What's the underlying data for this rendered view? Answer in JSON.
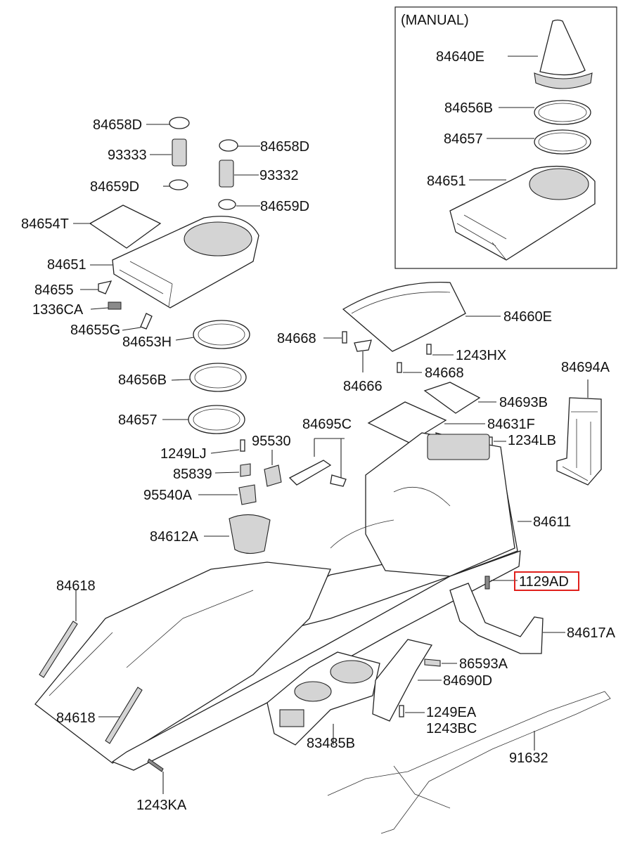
{
  "inset": {
    "title": "(MANUAL)"
  },
  "labels": {
    "p84640E": "84640E",
    "p84656B_inset": "84656B",
    "p84657_inset": "84657",
    "p84651_inset": "84651",
    "p84658D_a": "84658D",
    "p93333": "93333",
    "p84659D_a": "84659D",
    "p84658D_b": "84658D",
    "p93332": "93332",
    "p84659D_b": "84659D",
    "p84654T": "84654T",
    "p84651": "84651",
    "p84655": "84655",
    "p1336CA": "1336CA",
    "p84655G": "84655G",
    "p84653H": "84653H",
    "p84656B": "84656B",
    "p84657": "84657",
    "p84660E": "84660E",
    "p84668_a": "84668",
    "p1243HX": "1243HX",
    "p84668_b": "84668",
    "p84666": "84666",
    "p84694A": "84694A",
    "p84693B": "84693B",
    "p84631F": "84631F",
    "p1234LB": "1234LB",
    "p84695C": "84695C",
    "p95530": "95530",
    "p1249LJ": "1249LJ",
    "p85839": "85839",
    "p95540A": "95540A",
    "p84612A": "84612A",
    "p84611": "84611",
    "p1129AD": "1129AD",
    "p84618_a": "84618",
    "p84617A": "84617A",
    "p86593A": "86593A",
    "p84690D": "84690D",
    "p1249EA": "1249EA",
    "p1243BC": "1243BC",
    "p84618_b": "84618",
    "p83485B": "83485B",
    "p91632": "91632",
    "p1243KA": "1243KA"
  },
  "highlight": {
    "label": "1129AD",
    "color": "#e0201c"
  }
}
